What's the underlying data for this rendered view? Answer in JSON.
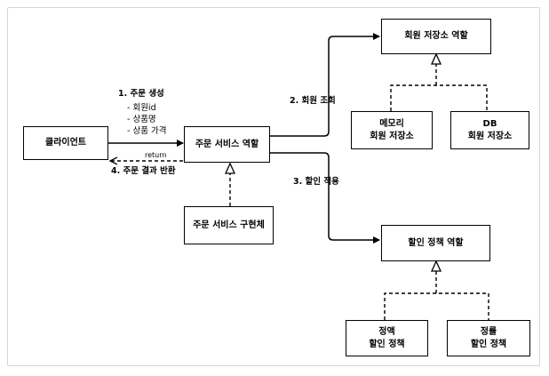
{
  "nodes": {
    "client": {
      "label": "클라이언트"
    },
    "order_service_role": {
      "label": "주문 서비스 역할"
    },
    "order_service_impl": {
      "label": "주문 서비스 구현체"
    },
    "member_repo_role": {
      "label": "회원 저장소 역할"
    },
    "memory_repo": {
      "line1": "메모리",
      "line2": "회원 저장소"
    },
    "db_repo": {
      "line1": "DB",
      "line2": "회원 저장소"
    },
    "discount_policy_role": {
      "label": "할인 정책 역할"
    },
    "fixed_discount": {
      "line1": "정액",
      "line2": "할인 정책"
    },
    "rate_discount": {
      "line1": "정률",
      "line2": "할인 정책"
    }
  },
  "edges": {
    "create_order": {
      "label": "1. 주문 생성",
      "params": [
        "- 회원id",
        "- 상품명",
        "- 상품 가격"
      ]
    },
    "member_lookup": {
      "label": "2. 회원 조회"
    },
    "apply_discount": {
      "label": "3. 할인 적용"
    },
    "return": {
      "small_label": "return",
      "label": "4. 주문 결과 반환"
    }
  }
}
